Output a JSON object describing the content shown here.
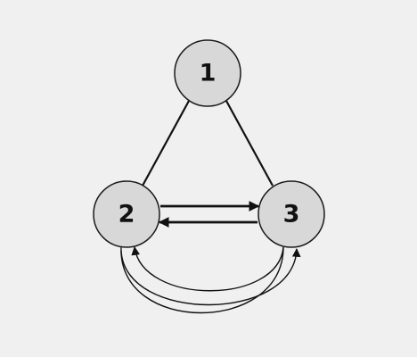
{
  "nodes": [
    {
      "id": "1",
      "label": "1"
    },
    {
      "id": "2",
      "label": "2"
    },
    {
      "id": "3",
      "label": "3"
    }
  ],
  "edges": [
    {
      "from": "1",
      "to": "2",
      "directed": false
    },
    {
      "from": "1",
      "to": "3",
      "directed": false
    },
    {
      "from": "2",
      "to": "3",
      "directed": true
    },
    {
      "from": "3",
      "to": "2",
      "directed": true
    },
    {
      "from": "3",
      "to": "2",
      "directed": true,
      "curved": true
    },
    {
      "from": "2",
      "to": "3",
      "directed": true,
      "curved": true
    }
  ],
  "colors": {
    "background": "#f0f0f0",
    "node_fill": "#d8d8d8",
    "stroke": "#111111"
  }
}
